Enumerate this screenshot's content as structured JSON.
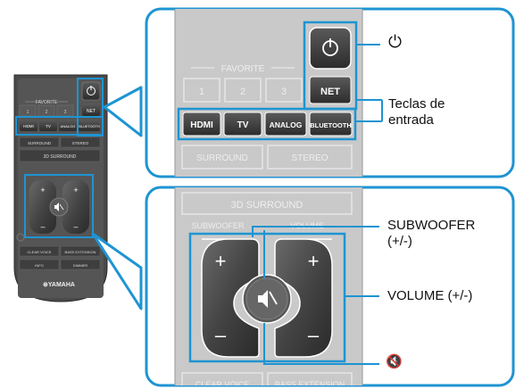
{
  "colors": {
    "callout_blue": "#1e94d2",
    "remote_body": "#4a4a4a",
    "panel_grey": "#c9c9c9",
    "key_dark": "#3a3a3a"
  },
  "small_remote": {
    "favorite_label": "FAVORITE",
    "fav_keys": [
      "1",
      "2",
      "3"
    ],
    "net_label": "NET",
    "input_keys": [
      "HDMI",
      "TV",
      "ANALOG",
      "BLUETOOTH"
    ],
    "surround_label": "SURROUND",
    "stereo_label": "STEREO",
    "surround3d_label": "3D SURROUND",
    "plus": "+",
    "minus": "–",
    "bottom_keys": [
      "CLEAR VOICE",
      "BASS EXTENSION",
      "INFO",
      "DIMMER"
    ],
    "logo_text": "⊛YAMAHA"
  },
  "top_zoom": {
    "favorite_label": "FAVORITE",
    "fav_keys": [
      "1",
      "2",
      "3"
    ],
    "net_label": "NET",
    "input_keys": [
      "HDMI",
      "TV",
      "ANALOG",
      "BLUETOOTH"
    ],
    "surround_label": "SURROUND",
    "stereo_label": "STEREO"
  },
  "bottom_zoom": {
    "surround3d_label": "3D SURROUND",
    "subwoofer_faint": "SUBWOOFER",
    "volume_faint": "VOLUME",
    "plus": "+",
    "minus": "–",
    "clear_voice_faint": "CLEAR VOICE",
    "bass_ext_faint": "BASS EXTENSION"
  },
  "callouts": {
    "power_symbol": "⏻",
    "teclas_line1": "Teclas de",
    "teclas_line2": "entrada",
    "subwoofer_line1": "SUBWOOFER",
    "subwoofer_line2": "(+/-)",
    "volume": "VOLUME (+/-)",
    "mute_symbol": "🔇"
  }
}
